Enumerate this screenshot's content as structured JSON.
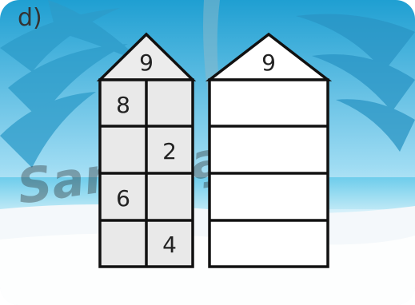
{
  "exercise_label": "d)",
  "watermark": "Sang tạo",
  "houses": [
    {
      "roof_number": "9",
      "rows": [
        {
          "left": "8",
          "right": ""
        },
        {
          "left": "",
          "right": "2"
        },
        {
          "left": "6",
          "right": ""
        },
        {
          "left": "",
          "right": "4"
        }
      ]
    },
    {
      "roof_number": "9",
      "rows": [
        {
          "value": ""
        },
        {
          "value": ""
        },
        {
          "value": ""
        },
        {
          "value": ""
        }
      ]
    }
  ],
  "colors": {
    "sky_top": "#2aa8d6",
    "sky_bottom": "#bfe8f7",
    "sea": "#7fd3ee",
    "sand": "#f2f6fa",
    "house_fill_left": "#e9e9e9",
    "house_fill_right": "#ffffff",
    "stroke": "#111111"
  }
}
